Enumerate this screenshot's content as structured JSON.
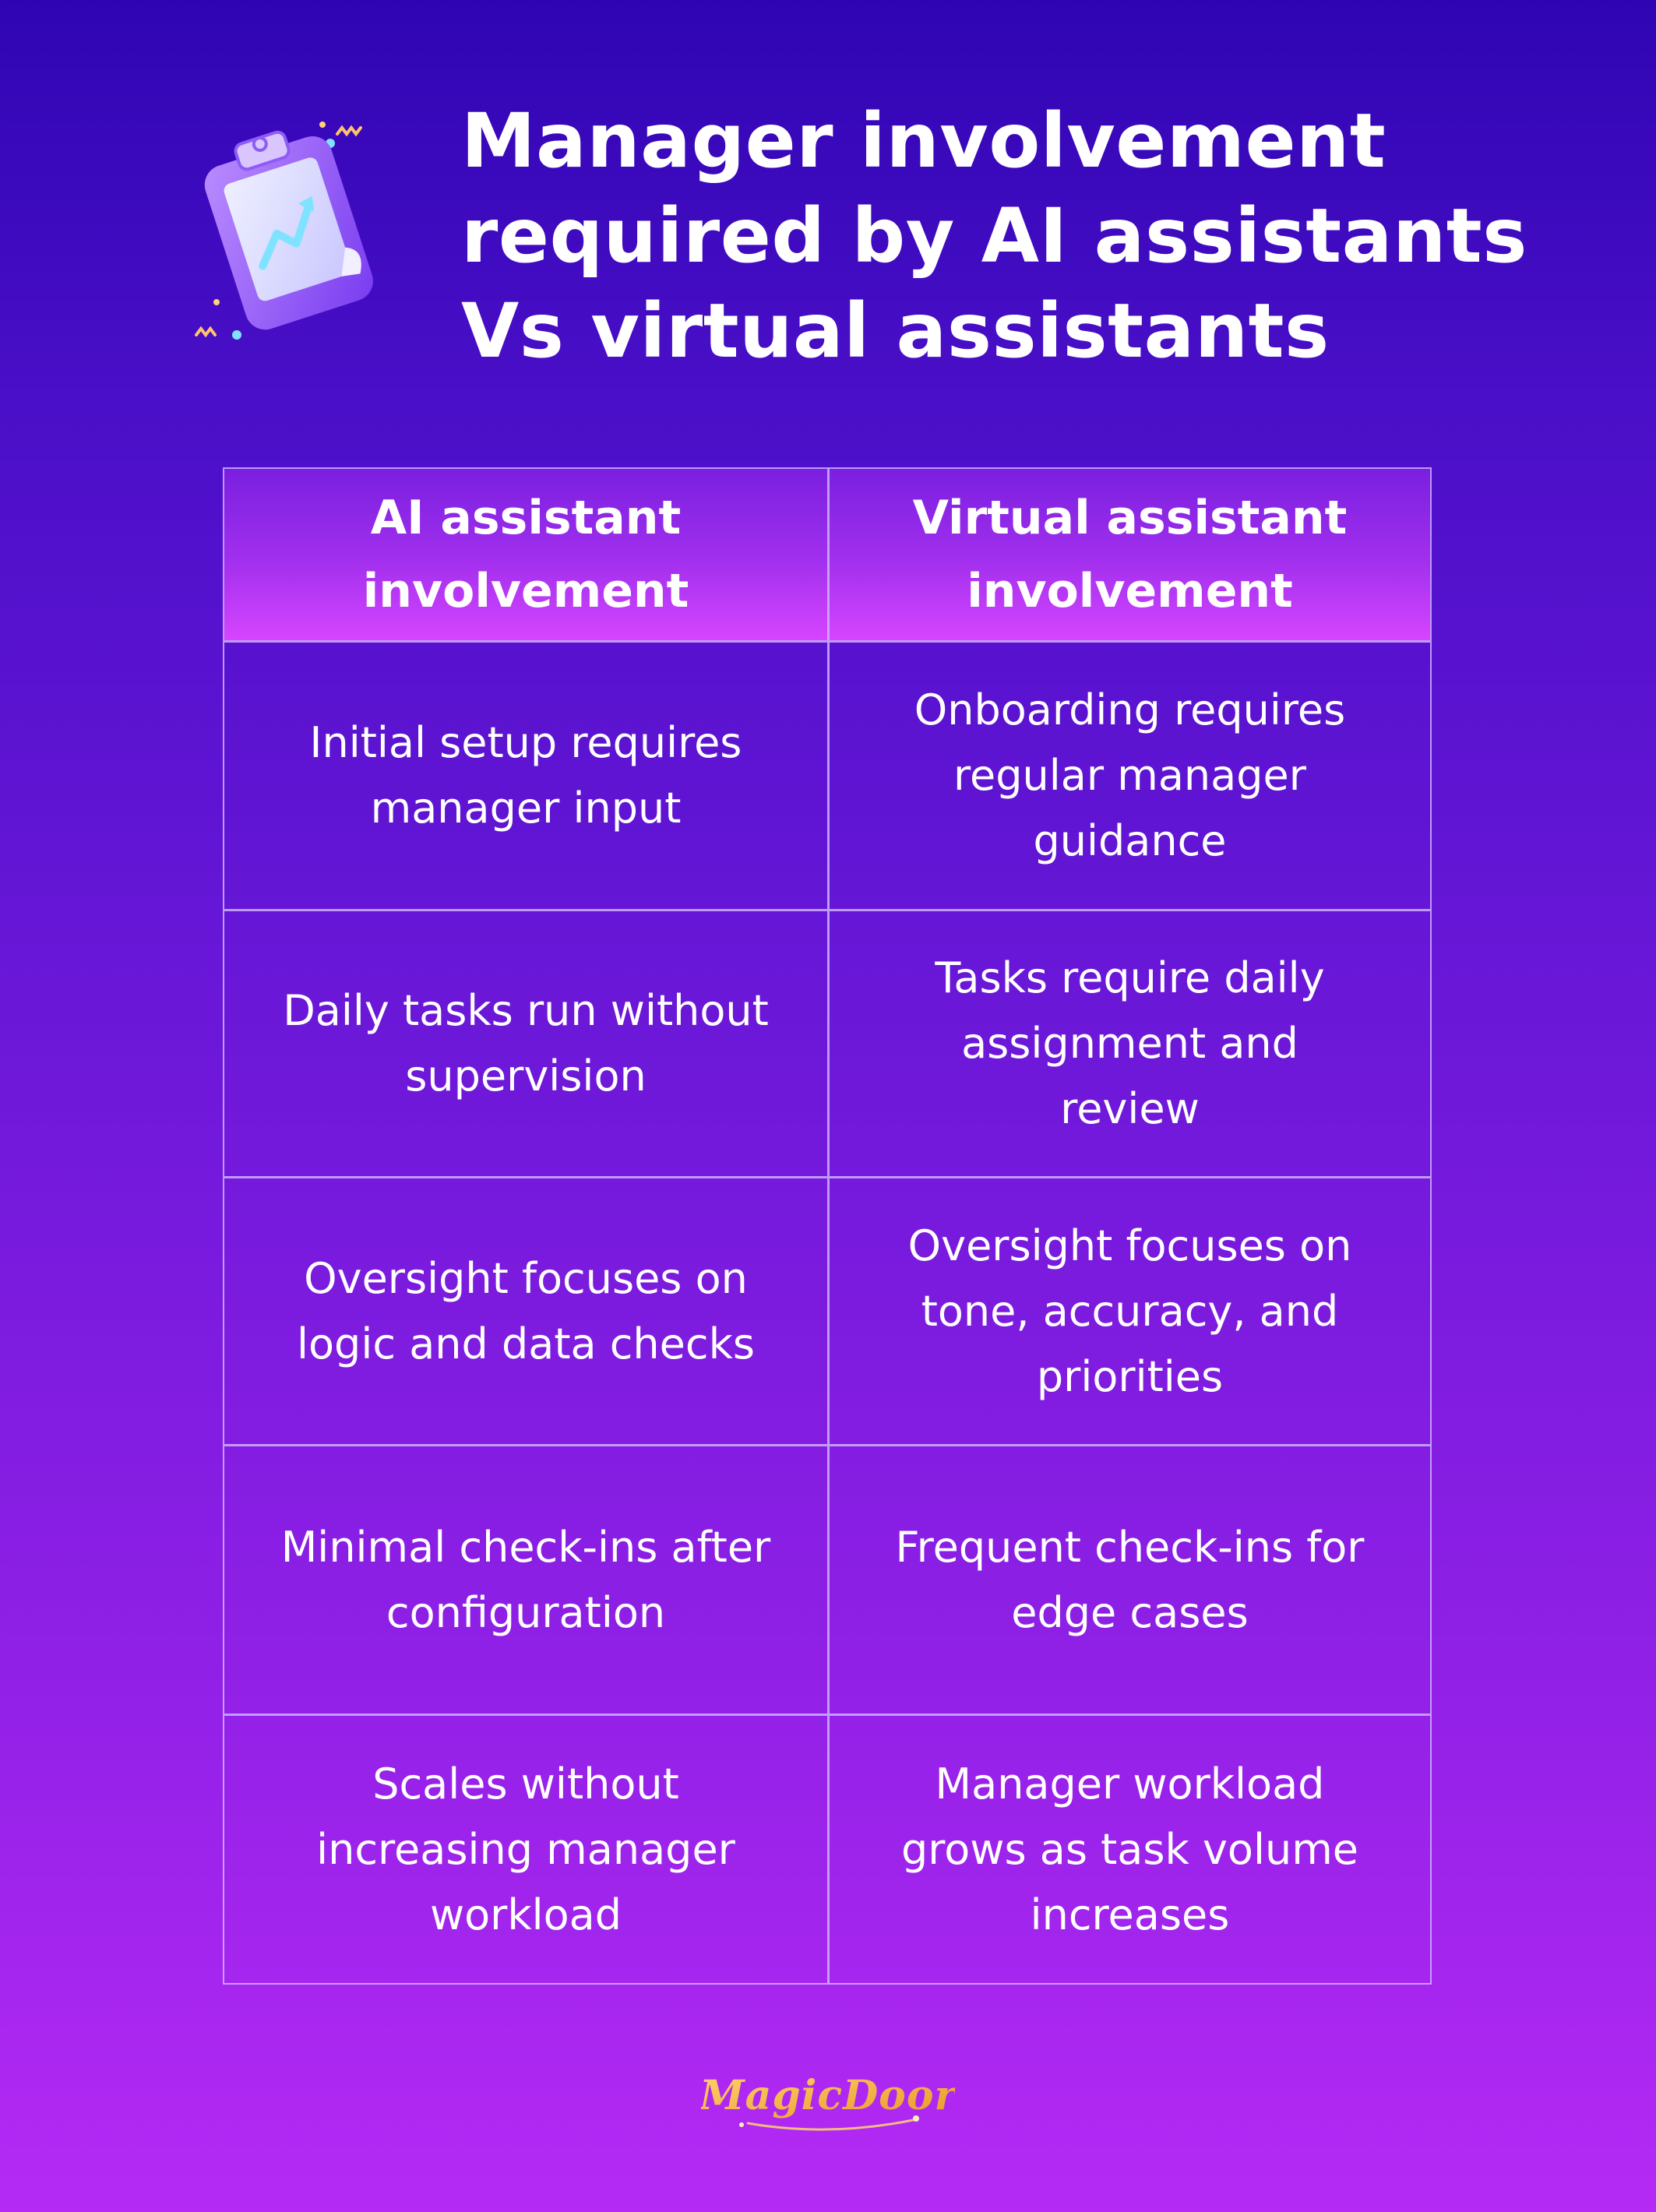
{
  "header": {
    "title_lines": [
      "Manager involvement",
      "required by AI assistants",
      "Vs virtual assistants"
    ],
    "icon": "clipboard-chart-icon"
  },
  "table": {
    "columns": [
      [
        "AI assistant",
        "involvement"
      ],
      [
        "Virtual assistant",
        "involvement"
      ]
    ],
    "rows": [
      {
        "ai": [
          "Initial setup requires",
          "manager input"
        ],
        "va": [
          "Onboarding requires",
          "regular manager",
          "guidance"
        ]
      },
      {
        "ai": [
          "Daily tasks run without",
          "supervision"
        ],
        "va": [
          "Tasks require daily",
          "assignment and",
          "review"
        ]
      },
      {
        "ai": [
          "Oversight focuses on",
          "logic and data checks"
        ],
        "va": [
          "Oversight focuses on",
          "tone, accuracy, and",
          "priorities"
        ]
      },
      {
        "ai": [
          "Minimal check-ins after",
          "configuration"
        ],
        "va": [
          "Frequent check-ins for",
          "edge cases"
        ]
      },
      {
        "ai": [
          "Scales without",
          "increasing manager",
          "workload"
        ],
        "va": [
          "Manager workload",
          "grows as task volume",
          "increases"
        ]
      }
    ]
  },
  "footer": {
    "logo_text": "MagicDoor",
    "logo_icon": "magicdoor-logo"
  },
  "colors": {
    "background_top": "#2f05b3",
    "background_bottom": "#b52af5",
    "header_row_top": "#7a1fe0",
    "header_row_bottom": "#d645ff",
    "grid_lines": "#ceb2ff",
    "logo_gold": "#f5b940"
  }
}
